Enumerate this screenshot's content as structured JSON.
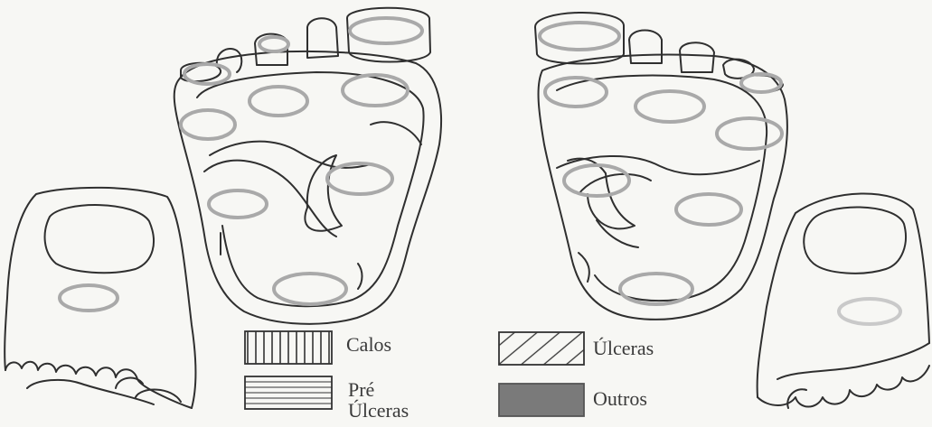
{
  "diagram": {
    "ink_color": "#2f2f2f",
    "site_color": "#a9a9a9",
    "paper_color": "#f7f7f4",
    "feet": [
      "left-foot-dorsal",
      "left-foot-plantar",
      "right-foot-plantar",
      "right-foot-dorsal"
    ]
  },
  "legend": {
    "calos": {
      "label": "Calos",
      "pattern": "vertical-lines"
    },
    "ulceras": {
      "label": "Úlceras",
      "pattern": "diagonal-lines"
    },
    "pre_ulceras": {
      "label_line1": "Pré",
      "label_line2": "Úlceras",
      "pattern": "horizontal-lines"
    },
    "outros": {
      "label": "Outros",
      "pattern": "solid-gray",
      "fill": "#7a7a7a"
    }
  }
}
